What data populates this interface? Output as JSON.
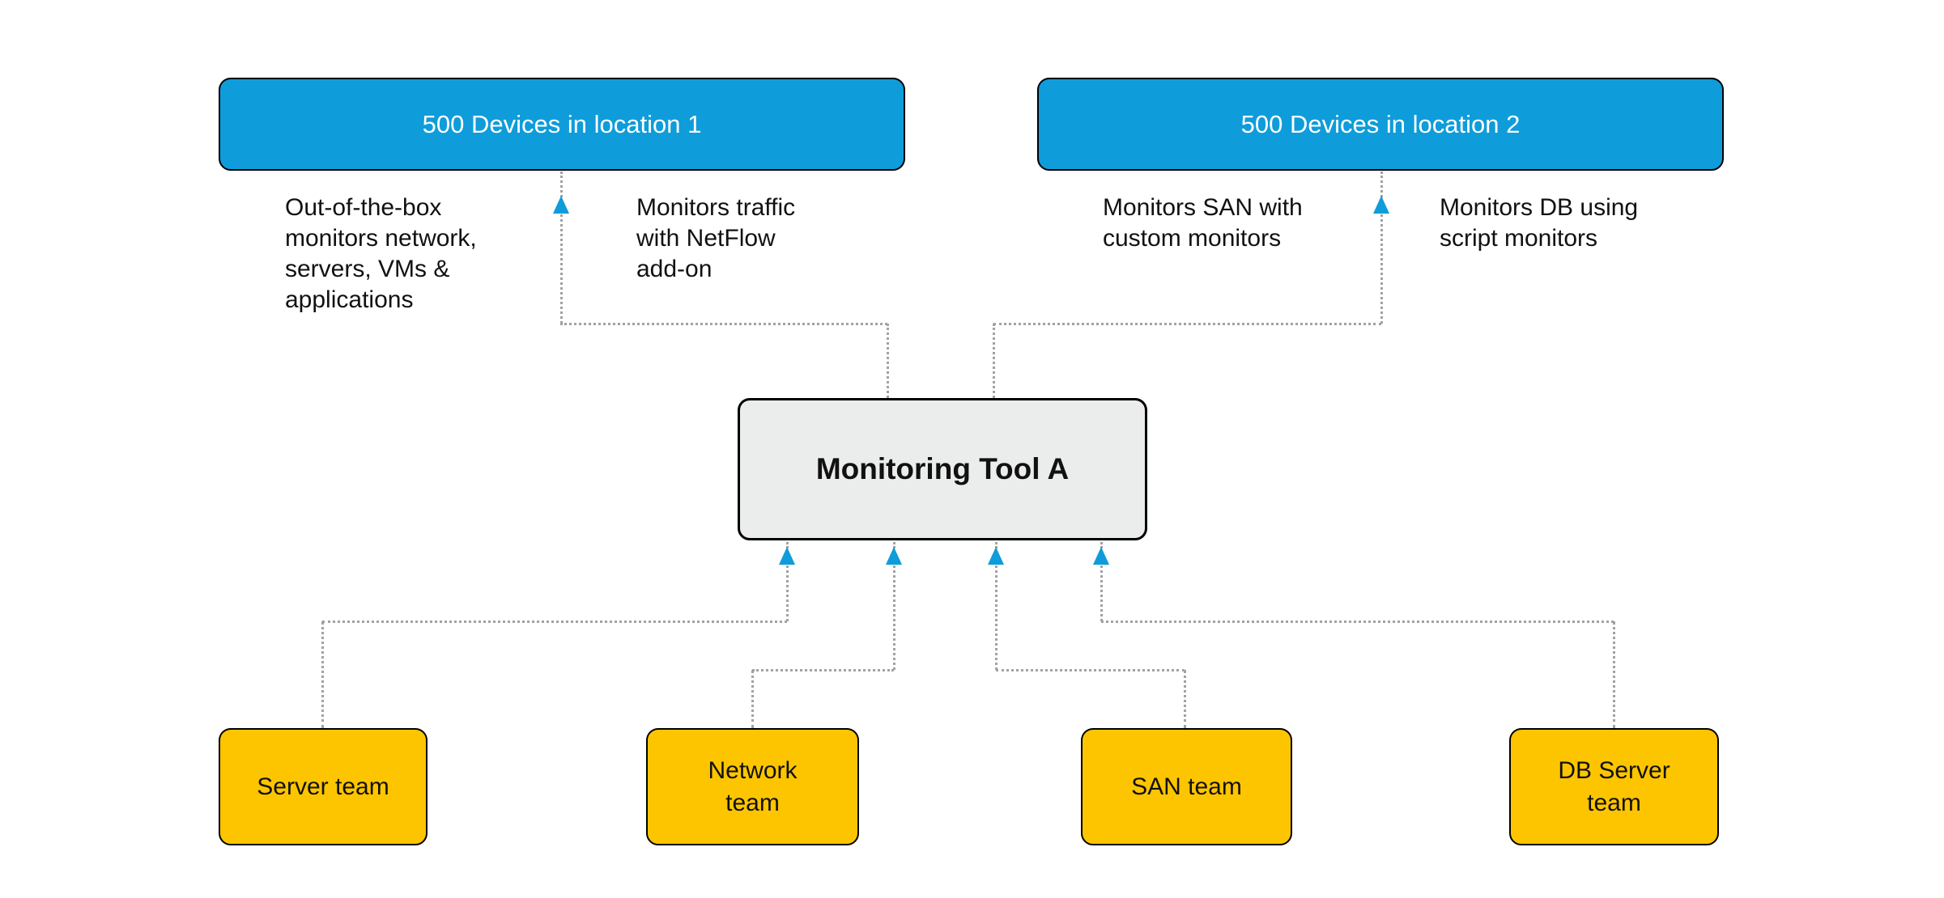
{
  "colors": {
    "blue": "#0f9cda",
    "yellow": "#fdc500",
    "gray": "#ebecec",
    "dot": "#a2a2a2",
    "text": "#111111"
  },
  "nodes": {
    "location1": {
      "label": "500 Devices in location 1"
    },
    "location2": {
      "label": "500 Devices in location 2"
    },
    "monitor": {
      "label": "Monitoring Tool A"
    },
    "teams": [
      {
        "label": "Server team"
      },
      {
        "label": "Network\nteam"
      },
      {
        "label": "SAN team"
      },
      {
        "label": "DB Server\nteam"
      }
    ]
  },
  "annotations": [
    {
      "text": "Out-of-the-box\nmonitors network,\nservers, VMs &\napplications"
    },
    {
      "text": "Monitors traffic\nwith NetFlow\nadd-on"
    },
    {
      "text": "Monitors SAN with\ncustom monitors"
    },
    {
      "text": "Monitors DB using\nscript monitors"
    }
  ]
}
